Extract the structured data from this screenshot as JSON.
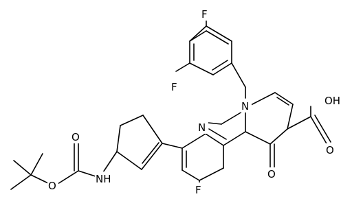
{
  "molecule": {
    "atom_labels": {
      "f_top": "F",
      "f_ortho": "F",
      "f_ring": "F",
      "n_quinolone": "N",
      "n_pyridine": "N",
      "oh": "OH",
      "o_carboxyl": "O",
      "o_ketone": "O",
      "nh": "NH",
      "o_carbamate": "O",
      "o_ester": "O"
    }
  }
}
